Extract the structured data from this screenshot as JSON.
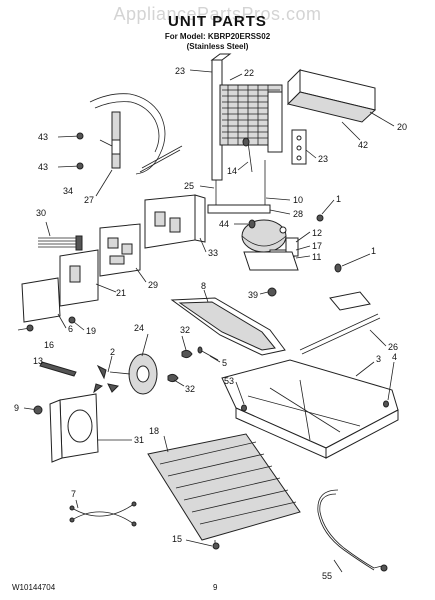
{
  "header": {
    "watermark": "AppliancePartsPros.com",
    "title": "UNIT PARTS",
    "model_line": "For Model: KBRP20ERSS02",
    "finish_line": "(Stainless Steel)"
  },
  "callouts": {
    "c1a": "1",
    "c1b": "1",
    "c2": "2",
    "c3": "3",
    "c4": "4",
    "c5": "5",
    "c6": "6",
    "c7": "7",
    "c8": "8",
    "c9": "9",
    "c10": "10",
    "c11": "11",
    "c12": "12",
    "c13": "13",
    "c14": "14",
    "c15": "15",
    "c16": "16",
    "c17": "17",
    "c18": "18",
    "c19": "19",
    "c20": "20",
    "c21": "21",
    "c22": "22",
    "c23a": "23",
    "c23b": "23",
    "c24": "24",
    "c25": "25",
    "c26": "26",
    "c27": "27",
    "c28": "28",
    "c29": "29",
    "c30": "30",
    "c31": "31",
    "c32a": "32",
    "c32b": "32",
    "c33": "33",
    "c34": "34",
    "c39": "39",
    "c42": "42",
    "c43a": "43",
    "c43b": "43",
    "c44": "44",
    "c53": "53",
    "c55": "55"
  },
  "footer": {
    "doc_number": "W10144704",
    "page_number": "9"
  }
}
